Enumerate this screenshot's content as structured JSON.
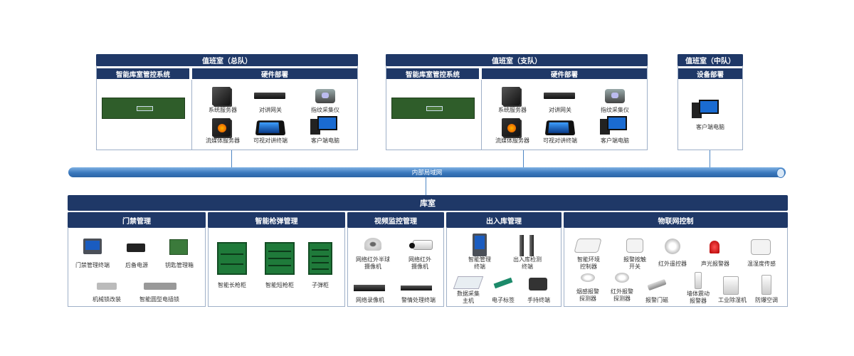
{
  "duty_rooms": [
    {
      "title": "值班室（总队）",
      "system_title": "智能库室管控系统",
      "hardware_title": "硬件部署",
      "devices": [
        "系统服务器",
        "对讲网关",
        "指纹采集仪",
        "流媒体服务器",
        "可视对讲终端",
        "客户端电脑"
      ]
    },
    {
      "title": "值班室（支队）",
      "system_title": "智能库室管控系统",
      "hardware_title": "硬件部署",
      "devices": [
        "系统服务器",
        "对讲网关",
        "指纹采集仪",
        "流媒体服务器",
        "可视对讲终端",
        "客户端电脑"
      ]
    },
    {
      "title": "值班室（中队）",
      "hardware_title": "设备部署",
      "devices": [
        "客户端电脑"
      ]
    }
  ],
  "network_label": "内部局域网",
  "warehouse": {
    "title": "库室",
    "sections": [
      {
        "title": "门禁管理",
        "devices": [
          "门禁管理终端",
          "后备电源",
          "钥匙管理箱",
          "机械锁改装",
          "智能圆型电插锁"
        ]
      },
      {
        "title": "智能枪弹管理",
        "devices": [
          "智能长枪柜",
          "智能短枪柜",
          "子弹柜"
        ]
      },
      {
        "title": "视频监控管理",
        "devices": [
          "网络红外半球\n摄像机",
          "网络红外\n摄像机",
          "网络录像机",
          "警情处理终端"
        ]
      },
      {
        "title": "出入库管理",
        "devices": [
          "智能管理\n终端",
          "出入库检测\n终端",
          "数据采集\n主机",
          "电子标签",
          "手持终端"
        ]
      },
      {
        "title": "物联网控制",
        "devices": [
          "智能环境\n控制器",
          "报警按触\n开关",
          "红外遥控器",
          "声光报警器",
          "温湿度传感",
          "烟感报警\n探测器",
          "红外报警\n探测器",
          "报警门磁",
          "墙体震动\n报警器",
          "工业除湿机",
          "防爆空调"
        ]
      }
    ]
  },
  "icons": [
    "server-icon",
    "gateway-icon",
    "fingerprint-scanner-icon",
    "streaming-server-icon",
    "video-intercom-icon",
    "client-pc-icon"
  ]
}
